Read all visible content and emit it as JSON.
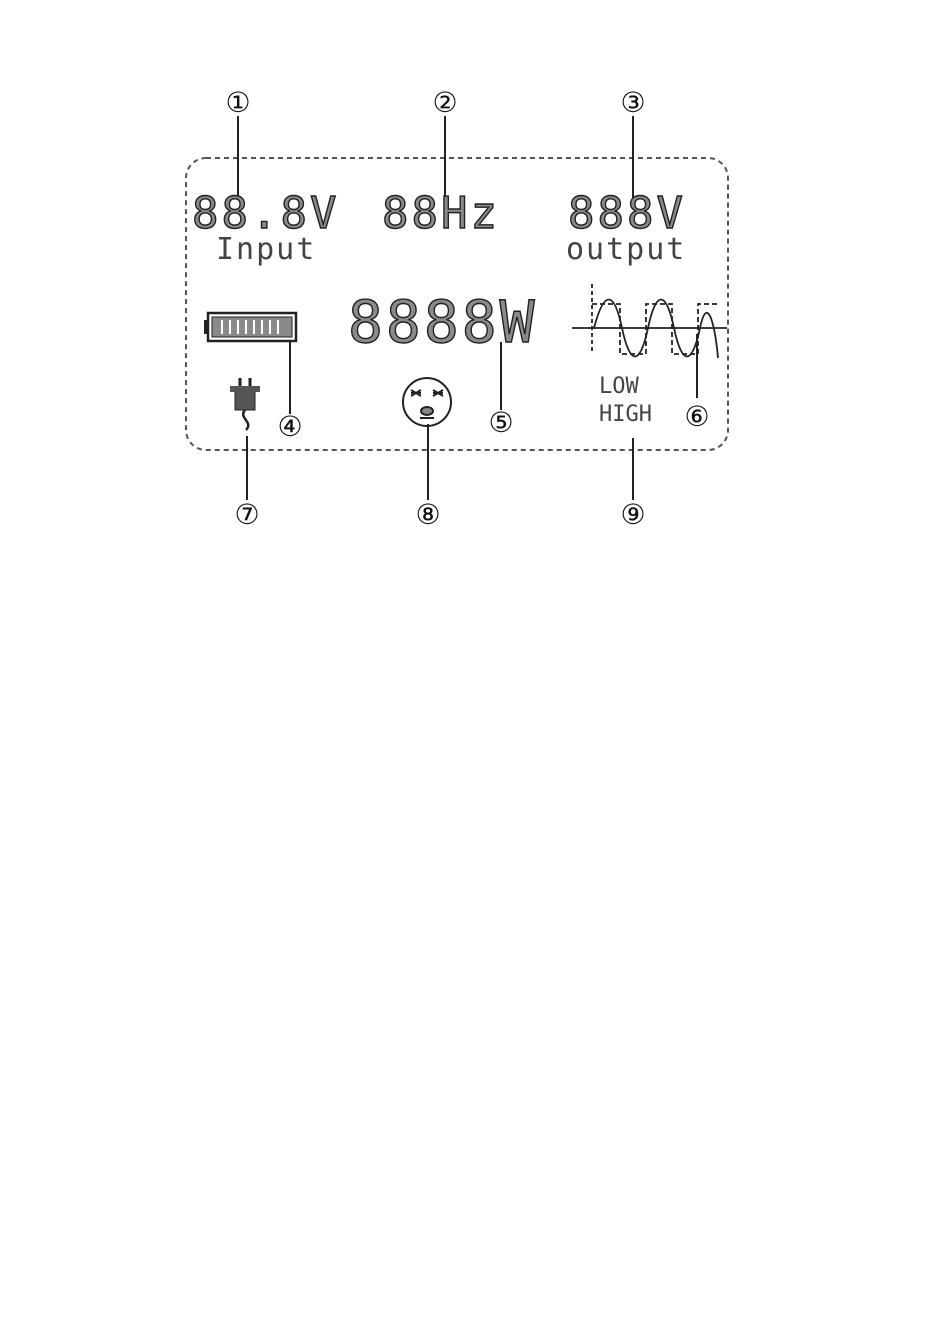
{
  "callouts": [
    "①",
    "②",
    "③",
    "④",
    "⑤",
    "⑥",
    "⑦",
    "⑧",
    "⑨"
  ],
  "display": {
    "input_voltage": "88.8V",
    "input_label": "Input",
    "frequency": "88Hz",
    "output_voltage": "888V",
    "output_label": "output",
    "power": "8888W",
    "load_low": "LOW",
    "load_high": "HIGH"
  },
  "icons": [
    "battery-level-icon",
    "waveform-icon",
    "ac-plug-icon",
    "face-status-icon"
  ],
  "colors": {
    "segment": "#8a8a8a",
    "outline": "#222222",
    "border": "#555555"
  }
}
